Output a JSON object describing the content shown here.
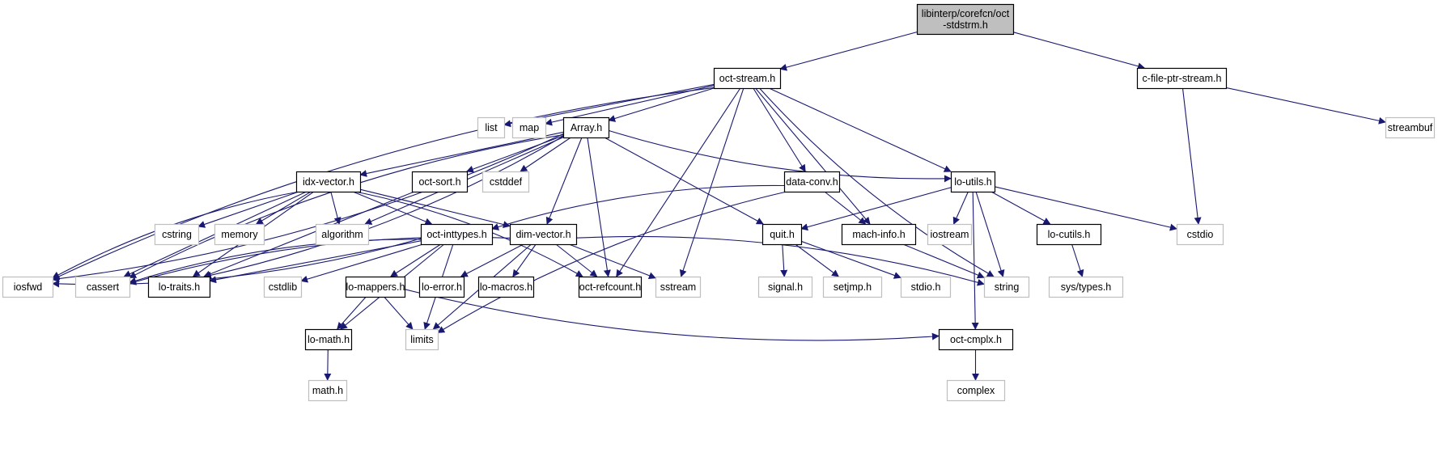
{
  "diagram": {
    "type": "include-dependency-graph",
    "edge_color": "#191970",
    "root_fill": "#bfbfbf",
    "system_border": "#bfbfbf",
    "local_border": "#000000",
    "nodes": [
      {
        "id": "root",
        "label_lines": [
          "libinterp/corefcn/oct",
          "-stdstrm.h"
        ],
        "kind": "root"
      },
      {
        "id": "oct-stream",
        "label_lines": [
          "oct-stream.h"
        ],
        "kind": "local"
      },
      {
        "id": "c-file-ptr-stream",
        "label_lines": [
          "c-file-ptr-stream.h"
        ],
        "kind": "local"
      },
      {
        "id": "list",
        "label_lines": [
          "list"
        ],
        "kind": "system"
      },
      {
        "id": "map",
        "label_lines": [
          "map"
        ],
        "kind": "system"
      },
      {
        "id": "Array",
        "label_lines": [
          "Array.h"
        ],
        "kind": "local"
      },
      {
        "id": "streambuf",
        "label_lines": [
          "streambuf"
        ],
        "kind": "system"
      },
      {
        "id": "idx-vector",
        "label_lines": [
          "idx-vector.h"
        ],
        "kind": "local"
      },
      {
        "id": "oct-sort",
        "label_lines": [
          "oct-sort.h"
        ],
        "kind": "local"
      },
      {
        "id": "cstddef",
        "label_lines": [
          "cstddef"
        ],
        "kind": "system"
      },
      {
        "id": "data-conv",
        "label_lines": [
          "data-conv.h"
        ],
        "kind": "local"
      },
      {
        "id": "lo-utils",
        "label_lines": [
          "lo-utils.h"
        ],
        "kind": "local"
      },
      {
        "id": "cstring",
        "label_lines": [
          "cstring"
        ],
        "kind": "system"
      },
      {
        "id": "memory",
        "label_lines": [
          "memory"
        ],
        "kind": "system"
      },
      {
        "id": "algorithm",
        "label_lines": [
          "algorithm"
        ],
        "kind": "system"
      },
      {
        "id": "oct-inttypes",
        "label_lines": [
          "oct-inttypes.h"
        ],
        "kind": "local"
      },
      {
        "id": "dim-vector",
        "label_lines": [
          "dim-vector.h"
        ],
        "kind": "local"
      },
      {
        "id": "quit",
        "label_lines": [
          "quit.h"
        ],
        "kind": "local"
      },
      {
        "id": "mach-info",
        "label_lines": [
          "mach-info.h"
        ],
        "kind": "local"
      },
      {
        "id": "iostream",
        "label_lines": [
          "iostream"
        ],
        "kind": "system"
      },
      {
        "id": "lo-cutils",
        "label_lines": [
          "lo-cutils.h"
        ],
        "kind": "local"
      },
      {
        "id": "cstdio",
        "label_lines": [
          "cstdio"
        ],
        "kind": "system"
      },
      {
        "id": "iosfwd",
        "label_lines": [
          "iosfwd"
        ],
        "kind": "system"
      },
      {
        "id": "cassert",
        "label_lines": [
          "cassert"
        ],
        "kind": "system"
      },
      {
        "id": "lo-traits",
        "label_lines": [
          "lo-traits.h"
        ],
        "kind": "local"
      },
      {
        "id": "cstdlib",
        "label_lines": [
          "cstdlib"
        ],
        "kind": "system"
      },
      {
        "id": "lo-mappers",
        "label_lines": [
          "lo-mappers.h"
        ],
        "kind": "local"
      },
      {
        "id": "lo-error",
        "label_lines": [
          "lo-error.h"
        ],
        "kind": "local"
      },
      {
        "id": "lo-macros",
        "label_lines": [
          "lo-macros.h"
        ],
        "kind": "local"
      },
      {
        "id": "oct-refcount",
        "label_lines": [
          "oct-refcount.h"
        ],
        "kind": "local"
      },
      {
        "id": "sstream",
        "label_lines": [
          "sstream"
        ],
        "kind": "system"
      },
      {
        "id": "signal",
        "label_lines": [
          "signal.h"
        ],
        "kind": "system"
      },
      {
        "id": "setjmp",
        "label_lines": [
          "setjmp.h"
        ],
        "kind": "system"
      },
      {
        "id": "stdio",
        "label_lines": [
          "stdio.h"
        ],
        "kind": "system"
      },
      {
        "id": "string",
        "label_lines": [
          "string"
        ],
        "kind": "system"
      },
      {
        "id": "sys-types",
        "label_lines": [
          "sys/types.h"
        ],
        "kind": "system"
      },
      {
        "id": "lo-math",
        "label_lines": [
          "lo-math.h"
        ],
        "kind": "local"
      },
      {
        "id": "limits",
        "label_lines": [
          "limits"
        ],
        "kind": "system"
      },
      {
        "id": "oct-cmplx",
        "label_lines": [
          "oct-cmplx.h"
        ],
        "kind": "local"
      },
      {
        "id": "math",
        "label_lines": [
          "math.h"
        ],
        "kind": "system"
      },
      {
        "id": "complex",
        "label_lines": [
          "complex"
        ],
        "kind": "system"
      }
    ],
    "edges": [
      [
        "root",
        "oct-stream"
      ],
      [
        "root",
        "c-file-ptr-stream"
      ],
      [
        "oct-stream",
        "list"
      ],
      [
        "oct-stream",
        "map"
      ],
      [
        "oct-stream",
        "Array"
      ],
      [
        "oct-stream",
        "iosfwd"
      ],
      [
        "oct-stream",
        "oct-refcount"
      ],
      [
        "oct-stream",
        "sstream"
      ],
      [
        "oct-stream",
        "data-conv"
      ],
      [
        "oct-stream",
        "mach-info"
      ],
      [
        "oct-stream",
        "lo-utils"
      ],
      [
        "oct-stream",
        "string"
      ],
      [
        "c-file-ptr-stream",
        "streambuf"
      ],
      [
        "c-file-ptr-stream",
        "cstdio"
      ],
      [
        "Array",
        "idx-vector"
      ],
      [
        "Array",
        "oct-sort"
      ],
      [
        "Array",
        "cstddef"
      ],
      [
        "Array",
        "dim-vector"
      ],
      [
        "Array",
        "quit"
      ],
      [
        "Array",
        "lo-utils"
      ],
      [
        "Array",
        "algorithm"
      ],
      [
        "Array",
        "oct-refcount"
      ],
      [
        "Array",
        "iosfwd"
      ],
      [
        "Array",
        "cassert"
      ],
      [
        "Array",
        "lo-traits"
      ],
      [
        "idx-vector",
        "cstring"
      ],
      [
        "idx-vector",
        "memory"
      ],
      [
        "idx-vector",
        "algorithm"
      ],
      [
        "idx-vector",
        "oct-inttypes"
      ],
      [
        "idx-vector",
        "dim-vector"
      ],
      [
        "idx-vector",
        "oct-refcount"
      ],
      [
        "idx-vector",
        "iosfwd"
      ],
      [
        "idx-vector",
        "cassert"
      ],
      [
        "idx-vector",
        "lo-traits"
      ],
      [
        "oct-sort",
        "lo-traits"
      ],
      [
        "data-conv",
        "oct-inttypes"
      ],
      [
        "data-conv",
        "mach-info"
      ],
      [
        "data-conv",
        "limits"
      ],
      [
        "lo-utils",
        "quit"
      ],
      [
        "lo-utils",
        "iostream"
      ],
      [
        "lo-utils",
        "string"
      ],
      [
        "lo-utils",
        "lo-cutils"
      ],
      [
        "lo-utils",
        "cstdio"
      ],
      [
        "lo-utils",
        "oct-cmplx"
      ],
      [
        "oct-inttypes",
        "iosfwd"
      ],
      [
        "oct-inttypes",
        "cassert"
      ],
      [
        "oct-inttypes",
        "lo-traits"
      ],
      [
        "oct-inttypes",
        "cstdlib"
      ],
      [
        "oct-inttypes",
        "lo-mappers"
      ],
      [
        "oct-inttypes",
        "lo-math"
      ],
      [
        "oct-inttypes",
        "limits"
      ],
      [
        "dim-vector",
        "cassert"
      ],
      [
        "dim-vector",
        "lo-error"
      ],
      [
        "dim-vector",
        "lo-macros"
      ],
      [
        "dim-vector",
        "oct-refcount"
      ],
      [
        "dim-vector",
        "sstream"
      ],
      [
        "dim-vector",
        "string"
      ],
      [
        "dim-vector",
        "limits"
      ],
      [
        "quit",
        "signal"
      ],
      [
        "quit",
        "setjmp"
      ],
      [
        "quit",
        "stdio"
      ],
      [
        "mach-info",
        "string"
      ],
      [
        "lo-cutils",
        "sys-types"
      ],
      [
        "lo-mappers",
        "lo-math"
      ],
      [
        "lo-mappers",
        "limits"
      ],
      [
        "lo-mappers",
        "oct-cmplx"
      ],
      [
        "lo-math",
        "math"
      ],
      [
        "oct-cmplx",
        "complex"
      ]
    ]
  }
}
